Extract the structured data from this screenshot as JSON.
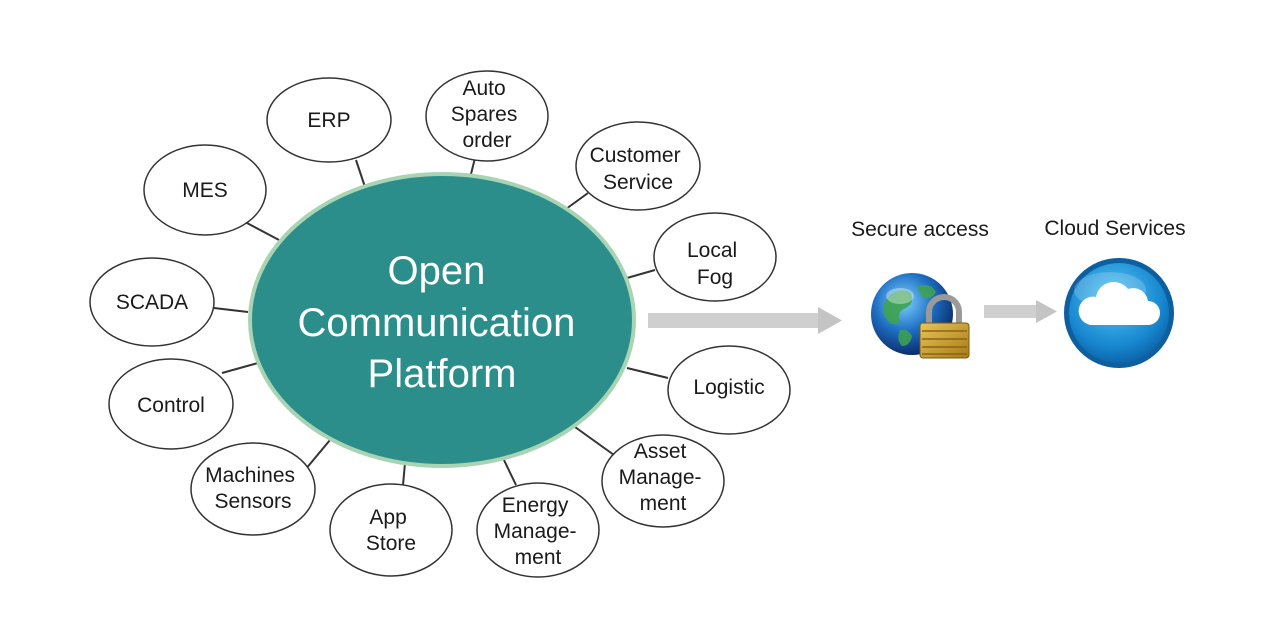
{
  "hub": {
    "label_lines": [
      "Open",
      "Communication",
      "Platform"
    ],
    "fill_color": "#2b8e8b",
    "border_color": "#a8d4b4"
  },
  "nodes": [
    {
      "id": "erp",
      "lines": [
        "ERP"
      ]
    },
    {
      "id": "auto-spares-order",
      "lines": [
        "Auto",
        "Spares",
        "order"
      ]
    },
    {
      "id": "customer-service",
      "lines": [
        "Customer",
        "Service"
      ]
    },
    {
      "id": "local-fog",
      "lines": [
        "Local",
        "Fog"
      ]
    },
    {
      "id": "logistic",
      "lines": [
        "Logistic"
      ]
    },
    {
      "id": "asset-management",
      "lines": [
        "Asset",
        "Manage-",
        "ment"
      ]
    },
    {
      "id": "energy-management",
      "lines": [
        "Energy",
        "Manage-",
        "ment"
      ]
    },
    {
      "id": "app-store",
      "lines": [
        "App",
        "Store"
      ]
    },
    {
      "id": "machines-sensors",
      "lines": [
        "Machines",
        "Sensors"
      ]
    },
    {
      "id": "control",
      "lines": [
        "Control"
      ]
    },
    {
      "id": "scada",
      "lines": [
        "SCADA"
      ]
    },
    {
      "id": "mes",
      "lines": [
        "MES"
      ]
    }
  ],
  "secure_access": {
    "label": "Secure access",
    "icon": "globe-padlock-icon"
  },
  "cloud_services": {
    "label": "Cloud Services",
    "icon": "cloud-icon"
  },
  "colors": {
    "node_fill": "#ffffff",
    "node_stroke": "#333333",
    "arrow": "#c8c8c8"
  }
}
